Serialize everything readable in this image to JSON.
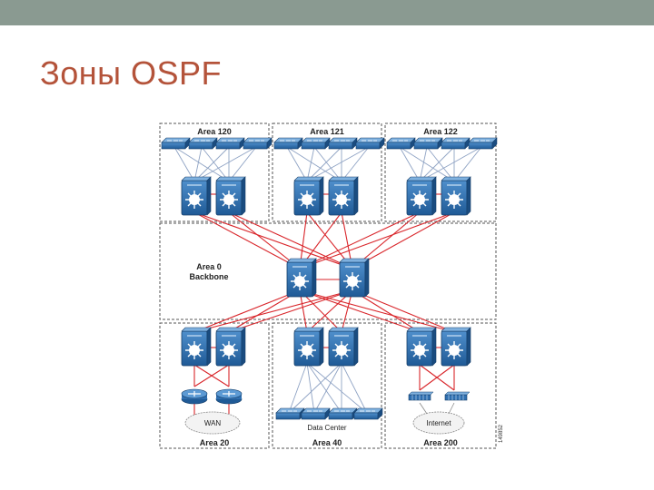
{
  "slide": {
    "title": "Зоны OSPF"
  },
  "diagram": {
    "areas": {
      "a120": "Area 120",
      "a121": "Area 121",
      "a122": "Area 122",
      "backbone_line1": "Area 0",
      "backbone_line2": "Backbone",
      "a20": "Area 20",
      "a40": "Area 40",
      "a200": "Area 200"
    },
    "labels": {
      "wan": "WAN",
      "datacenter": "Data Center",
      "internet": "Internet",
      "figure_id": "149852"
    },
    "colors": {
      "core_link": "#d9262b",
      "access_link": "#8fa3c4",
      "device": "#2f6fb0",
      "accent": "#b4533a"
    }
  }
}
